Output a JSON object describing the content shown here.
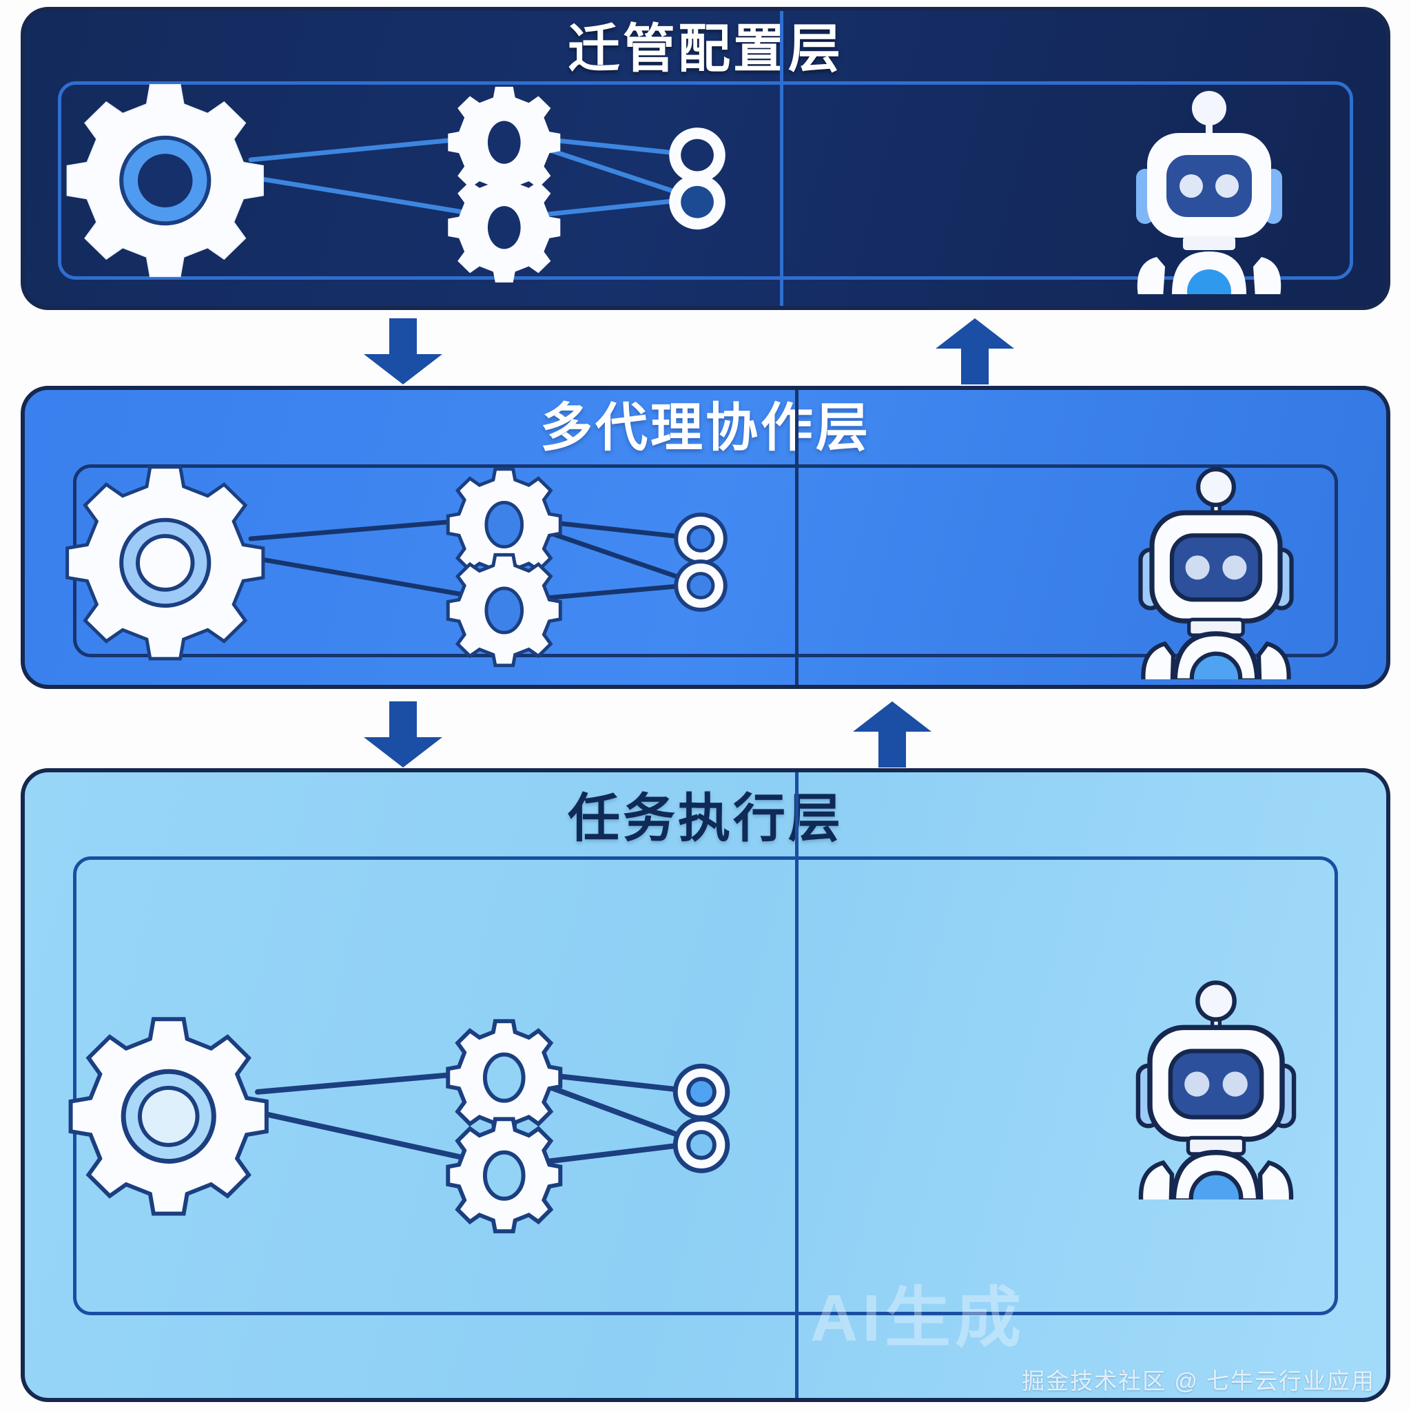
{
  "diagram": {
    "title_hidden": "三层代理架构图",
    "layers": [
      {
        "id": "layer-1",
        "title": "迁管配置层",
        "theme": "dark-navy",
        "panel_color": "#16306b",
        "title_color": "#ffffff",
        "accent_color": "#2f6fd0",
        "robot_icon": "robot-icon",
        "gear_icons": [
          "gear-large-icon",
          "gear-small-top-icon",
          "gear-small-bottom-icon"
        ],
        "node_icons": [
          "node-circle-top-icon",
          "node-circle-bottom-icon"
        ]
      },
      {
        "id": "layer-2",
        "title": "多代理协作层",
        "theme": "medium-blue",
        "panel_color": "#3d82e8",
        "title_color": "#ffffff",
        "accent_color": "#16356f",
        "robot_icon": "robot-icon",
        "gear_icons": [
          "gear-large-icon",
          "gear-small-top-icon",
          "gear-small-bottom-icon"
        ],
        "node_icons": [
          "node-circle-top-icon",
          "node-circle-bottom-icon"
        ]
      },
      {
        "id": "layer-3",
        "title": "任务执行层",
        "theme": "light-blue",
        "panel_color": "#93d3f5",
        "title_color": "#0f2a55",
        "accent_color": "#1a4ea0",
        "robot_icon": "robot-icon",
        "gear_icons": [
          "gear-large-icon",
          "gear-small-top-icon",
          "gear-small-bottom-icon"
        ],
        "node_icons": [
          "node-circle-top-icon",
          "node-circle-bottom-icon"
        ]
      }
    ],
    "connectors": [
      {
        "id": "arrow-down-1",
        "icon": "arrow-down-icon",
        "direction": "down",
        "from": "迁管配置层",
        "to": "多代理协作层",
        "color": "#1b4ea5"
      },
      {
        "id": "arrow-up-1",
        "icon": "arrow-up-icon",
        "direction": "up",
        "from": "多代理协作层",
        "to": "迁管配置层",
        "color": "#1b4ea5"
      },
      {
        "id": "arrow-down-2",
        "icon": "arrow-down-icon",
        "direction": "down",
        "from": "多代理协作层",
        "to": "任务执行层",
        "color": "#1b4ea5"
      },
      {
        "id": "arrow-up-2",
        "icon": "arrow-up-icon",
        "direction": "up",
        "from": "任务执行层",
        "to": "多代理协作层",
        "color": "#1b4ea5"
      }
    ]
  },
  "watermarks": {
    "ai_generated": "AI生成",
    "credit": "掘金技术社区 @ 七牛云行业应用"
  }
}
